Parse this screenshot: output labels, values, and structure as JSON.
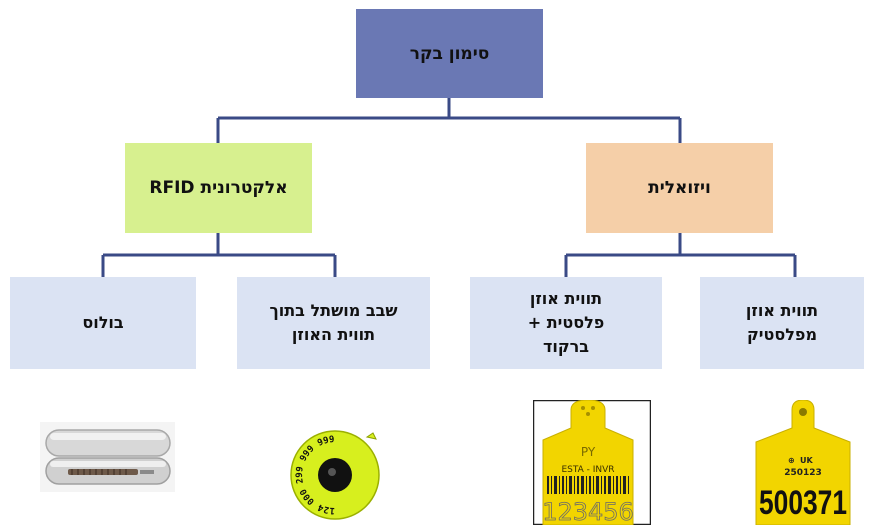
{
  "diagram": {
    "root": "סימון בקר",
    "branches": [
      {
        "label": "ויזואלית",
        "children": [
          "תווית אוזן\nמפלסטיק",
          "תווית אוזן\nפלסטית +\nברקוד"
        ]
      },
      {
        "label": "אלקטרונית RFID",
        "children": [
          "שבב מושתל בתוך\nתווית האוזן",
          "בולוס"
        ]
      }
    ]
  },
  "images": {
    "plastic_tag": {
      "number": "500371",
      "small_text_1": "UK",
      "small_text_2": "250123"
    },
    "barcode_tag": {
      "top_text": "PY",
      "mid_text": "ESTA - INVR",
      "number": "123456"
    },
    "rfid_tag": {
      "ring_text": "124 000 299 999 999"
    },
    "bolus": {}
  },
  "colors": {
    "root": "#6a78b4",
    "visual": "#f5cfa8",
    "electronic": "#d7f08f",
    "leaf": "#dbe3f3",
    "connector": "#3a4a86",
    "tag_yellow": "#f2d500"
  }
}
